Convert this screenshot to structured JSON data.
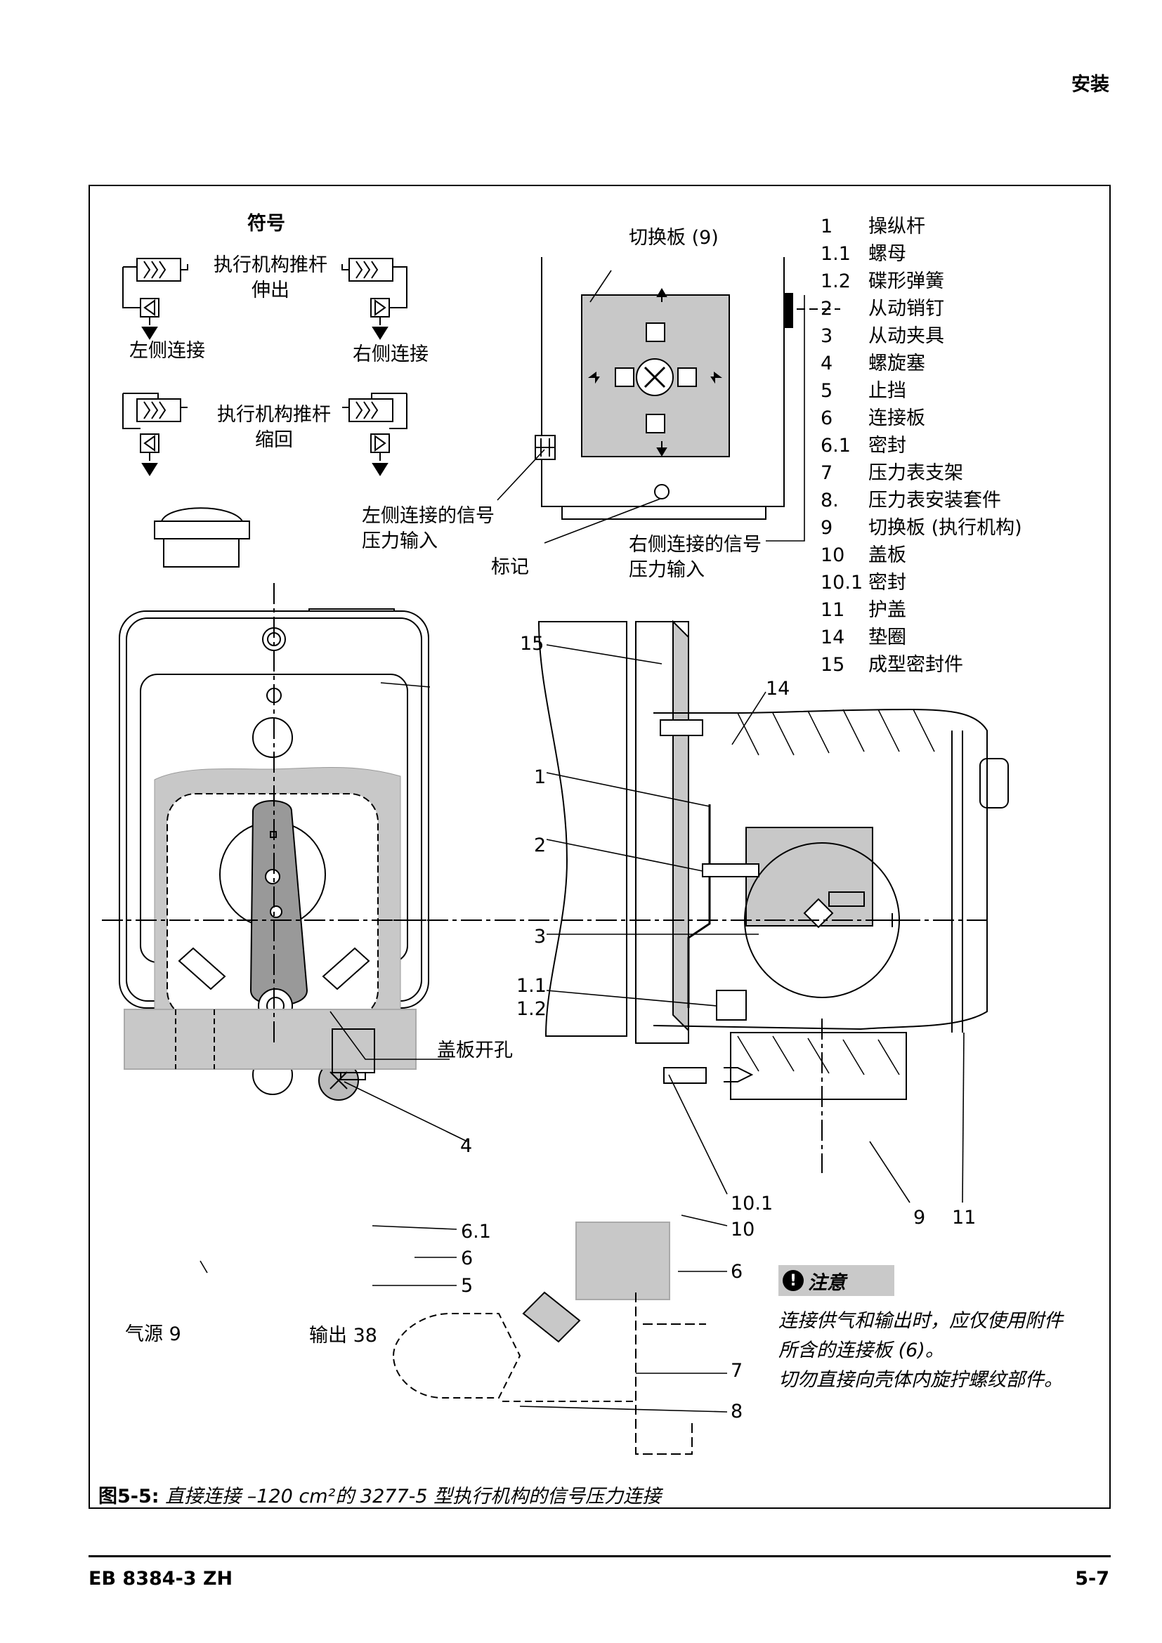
{
  "header": {
    "section": "安装"
  },
  "figure": {
    "symbols_title": "符号",
    "symbol_labels": {
      "extend_line1": "执行机构推杆",
      "extend_line2": "伸出",
      "retract_line1": "执行机构推杆",
      "retract_line2": "缩回",
      "left_connection": "左侧连接",
      "right_connection": "右侧连接"
    },
    "detail_labels": {
      "switch_plate": "切换板 (9)",
      "left_signal_line1": "左侧连接的信号",
      "left_signal_line2": "压力输入",
      "mark": "标记",
      "right_signal_line1": "右侧连接的信号",
      "right_signal_line2": "压力输入"
    },
    "front_labels": {
      "cover_opening": "盖板开孔",
      "supply": "气源 9",
      "output": "输出 38"
    },
    "callouts": [
      "15",
      "14",
      "1",
      "2",
      "3",
      "1.1",
      "1.2",
      "4",
      "6.1",
      "6",
      "5",
      "10.1",
      "10",
      "9",
      "11",
      "6",
      "7",
      "8"
    ],
    "legend": [
      {
        "num": "1",
        "text": "操纵杆"
      },
      {
        "num": "1.1",
        "text": "螺母"
      },
      {
        "num": "1.2",
        "text": "碟形弹簧"
      },
      {
        "num": "2",
        "text": "从动销钉"
      },
      {
        "num": "3",
        "text": "从动夹具"
      },
      {
        "num": "4",
        "text": "螺旋塞"
      },
      {
        "num": "5",
        "text": "止挡"
      },
      {
        "num": "6",
        "text": "连接板"
      },
      {
        "num": "6.1",
        "text": "密封"
      },
      {
        "num": "7",
        "text": "压力表支架"
      },
      {
        "num": "8.",
        "text": "压力表安装套件"
      },
      {
        "num": "9",
        "text": "切换板 (执行机构)"
      },
      {
        "num": "10",
        "text": "盖板"
      },
      {
        "num": "10.1",
        "text": "密封"
      },
      {
        "num": "11",
        "text": "护盖"
      },
      {
        "num": "14",
        "text": "垫圈"
      },
      {
        "num": "15",
        "text": "成型密封件"
      }
    ],
    "caution": {
      "title": "注意",
      "icon": "exclamation-icon",
      "line1": "连接供气和输出时，应仅使用附件",
      "line2": "所含的连接板 (6)。",
      "line3": "切勿直接向壳体内旋拧螺纹部件。"
    },
    "caption": {
      "label": "图5-5:",
      "text": " 直接连接 –120 cm²的 3277-5 型执行机构的信号压力连接"
    }
  },
  "footer": {
    "doc_id": "EB 8384-3 ZH",
    "page": "5-7"
  }
}
